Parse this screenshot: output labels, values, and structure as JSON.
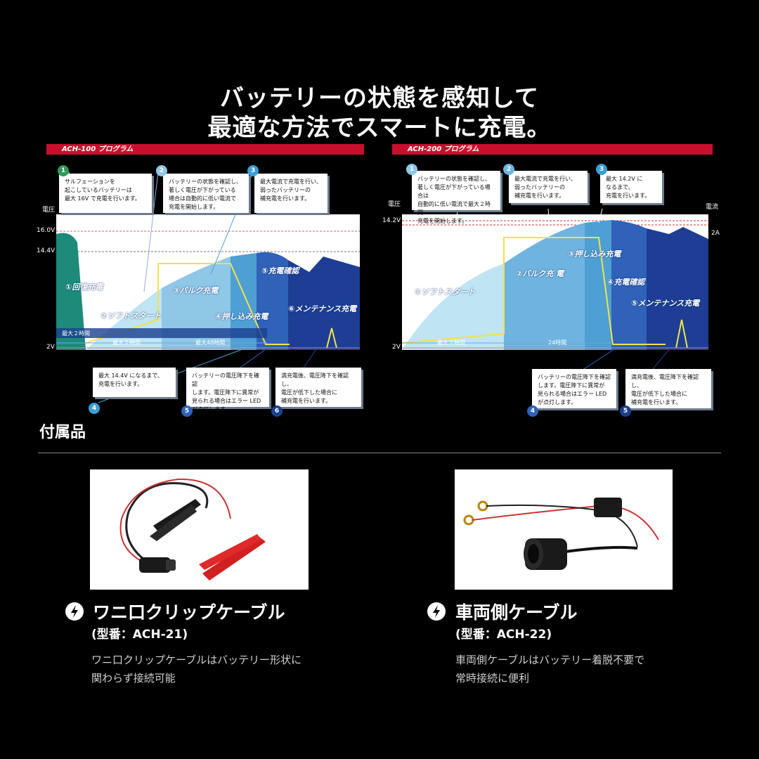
{
  "headline": {
    "line1": "バッテリーの状態を感知して",
    "line2": "最適な方法でスマートに充電。"
  },
  "programs": [
    {
      "title": "ACH-100 プログラム",
      "y_axis_label": "電圧",
      "y_ticks": [
        "16.0V",
        "14.4V",
        "2V"
      ],
      "callouts_top": [
        {
          "num": "1",
          "text": "サルフェーションを\n起こしているバッテリーは\n最大 16V で充電を行います。"
        },
        {
          "num": "2",
          "text": "バッテリーの状態を確認し、\n著しく電圧が下がっている\n場合は自動的に低い電流で\n充電を開始します。"
        },
        {
          "num": "3",
          "text": "最大電流で充電を行い、\n弱ったバッテリーの\n補充電を行います。"
        }
      ],
      "phases": [
        "①回復充電",
        "②ソフトスタート",
        "③バルク充電",
        "④押し込み充電",
        "⑤充電確認",
        "⑥メンテナンス充電"
      ],
      "time_labels": [
        "最大２時間",
        "最大２時間",
        "最大48時間"
      ],
      "callouts_bottom": [
        {
          "num": "4",
          "text": "最大 14.4V になるまで、\n充電を行います。"
        },
        {
          "num": "5",
          "text": "バッテリーの電圧降下を確認\nします。電圧降下に異常が\n見られる場合はエラー LED\nが点灯します。"
        },
        {
          "num": "6",
          "text": "満充電後、電圧降下を確認し、\n電圧が低下した場合に\n補充電を行います。"
        }
      ]
    },
    {
      "title": "ACH-200 プログラム",
      "y_axis_label": "電圧",
      "y2_axis_label": "電流",
      "y_ticks": [
        "14.2V",
        "2V"
      ],
      "y2_ticks": [
        "2A"
      ],
      "callouts_top": [
        {
          "num": "1",
          "text": "バッテリーの状態を確認し、\n著しく電圧が下がっている場合は\n自動的に低い電流で最大２時間\n充電を開始します。"
        },
        {
          "num": "2",
          "text": "最大電流で充電を行い、\n弱ったバッテリーの\n補充電を行います。"
        },
        {
          "num": "3",
          "text": "最大 14.2V に\nなるまで、\n充電を行います。"
        }
      ],
      "phases": [
        "①ソフトスタート",
        "②バルク充 電",
        "③押し込み充電",
        "④充電確認",
        "⑤メンテナンス充電"
      ],
      "time_labels": [
        "最大２時間",
        "24時間"
      ],
      "callouts_bottom": [
        {
          "num": "4",
          "text": "バッテリーの電圧降下を確認\nします。電圧降下に異常が\n見られる場合はエラー LED\nが点灯します。"
        },
        {
          "num": "5",
          "text": "満充電後、電圧降下を確認し、\n電圧が低下した場合に\n補充電を行います。"
        }
      ]
    }
  ],
  "accessories": {
    "title": "付属品",
    "items": [
      {
        "name": "ワニ口クリップケーブル",
        "model": "(型番：ACH-21)",
        "desc1": "ワニ口クリップケーブルはバッテリー形状に",
        "desc2": "関わらず接続可能"
      },
      {
        "name": "車両側ケーブル",
        "model": "(型番：ACH-22)",
        "desc1": "車両側ケーブルはバッテリー着脱不要で",
        "desc2": "常時接続に便利"
      }
    ]
  },
  "colors": {
    "red_bar": "#c8102e",
    "badge_green": "#2e9a5a",
    "badge_cyan": "#3aa0d6",
    "badge_navy": "#1a3f8f"
  }
}
